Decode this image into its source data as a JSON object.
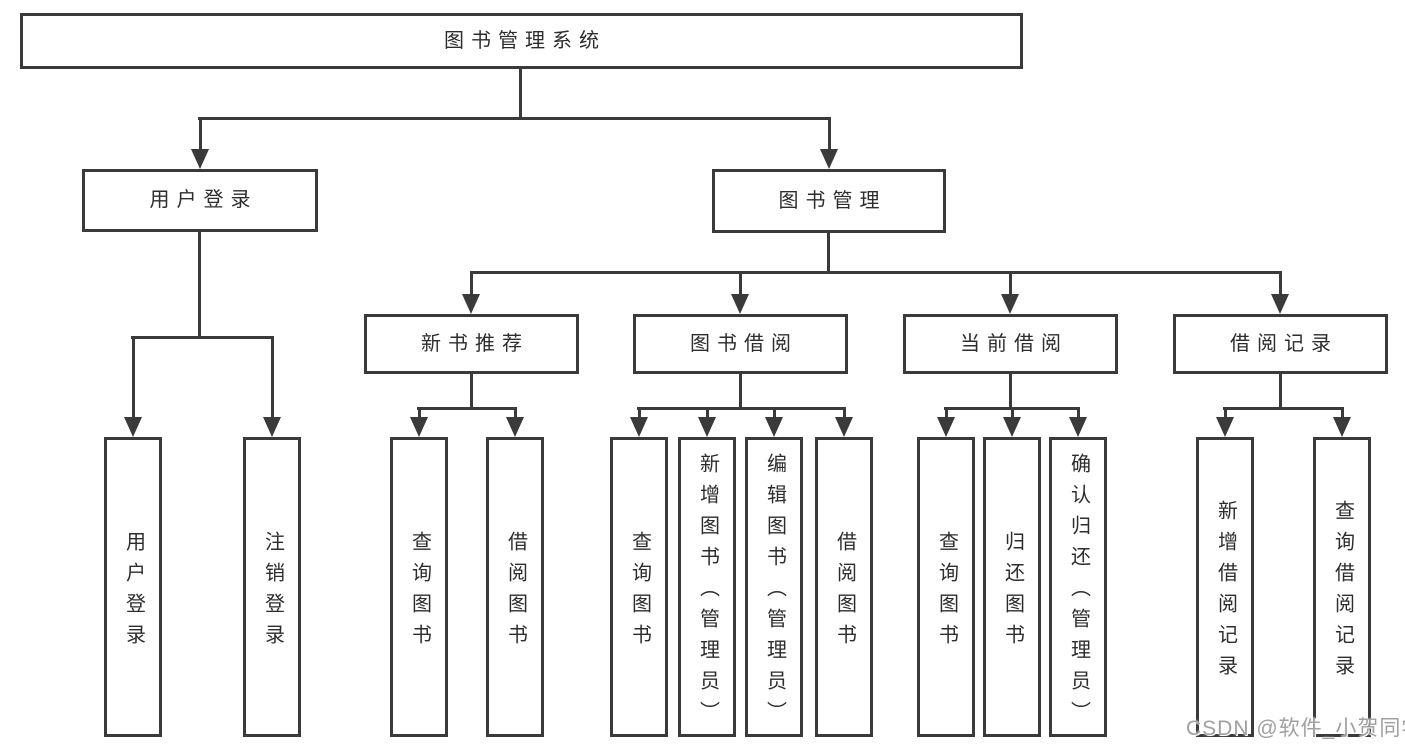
{
  "tree": {
    "root": {
      "label": "图书管理系统",
      "children": [
        {
          "label": "用户登录",
          "children": [
            {
              "label": "用户登录"
            },
            {
              "label": "注销登录"
            }
          ]
        },
        {
          "label": "图书管理",
          "children": [
            {
              "label": "新书推荐",
              "children": [
                {
                  "label": "查询图书"
                },
                {
                  "label": "借阅图书"
                }
              ]
            },
            {
              "label": "图书借阅",
              "children": [
                {
                  "label": "查询图书"
                },
                {
                  "label": "新增图书（管理员）"
                },
                {
                  "label": "编辑图书（管理员）"
                },
                {
                  "label": "借阅图书"
                }
              ]
            },
            {
              "label": "当前借阅",
              "children": [
                {
                  "label": "查询图书"
                },
                {
                  "label": "归还图书"
                },
                {
                  "label": "确认归还（管理员）"
                }
              ]
            },
            {
              "label": "借阅记录",
              "children": [
                {
                  "label": "新增借阅记录"
                },
                {
                  "label": "查询借阅记录"
                }
              ]
            }
          ]
        }
      ]
    }
  },
  "watermark": {
    "text": "CSDN @软件_小贺同学"
  },
  "colors": {
    "line": "#3a3a3a",
    "text": "#2d2d2d",
    "box_background": "#ffffff",
    "page_background": "#ffffff",
    "watermark": "#a0a0a0"
  }
}
